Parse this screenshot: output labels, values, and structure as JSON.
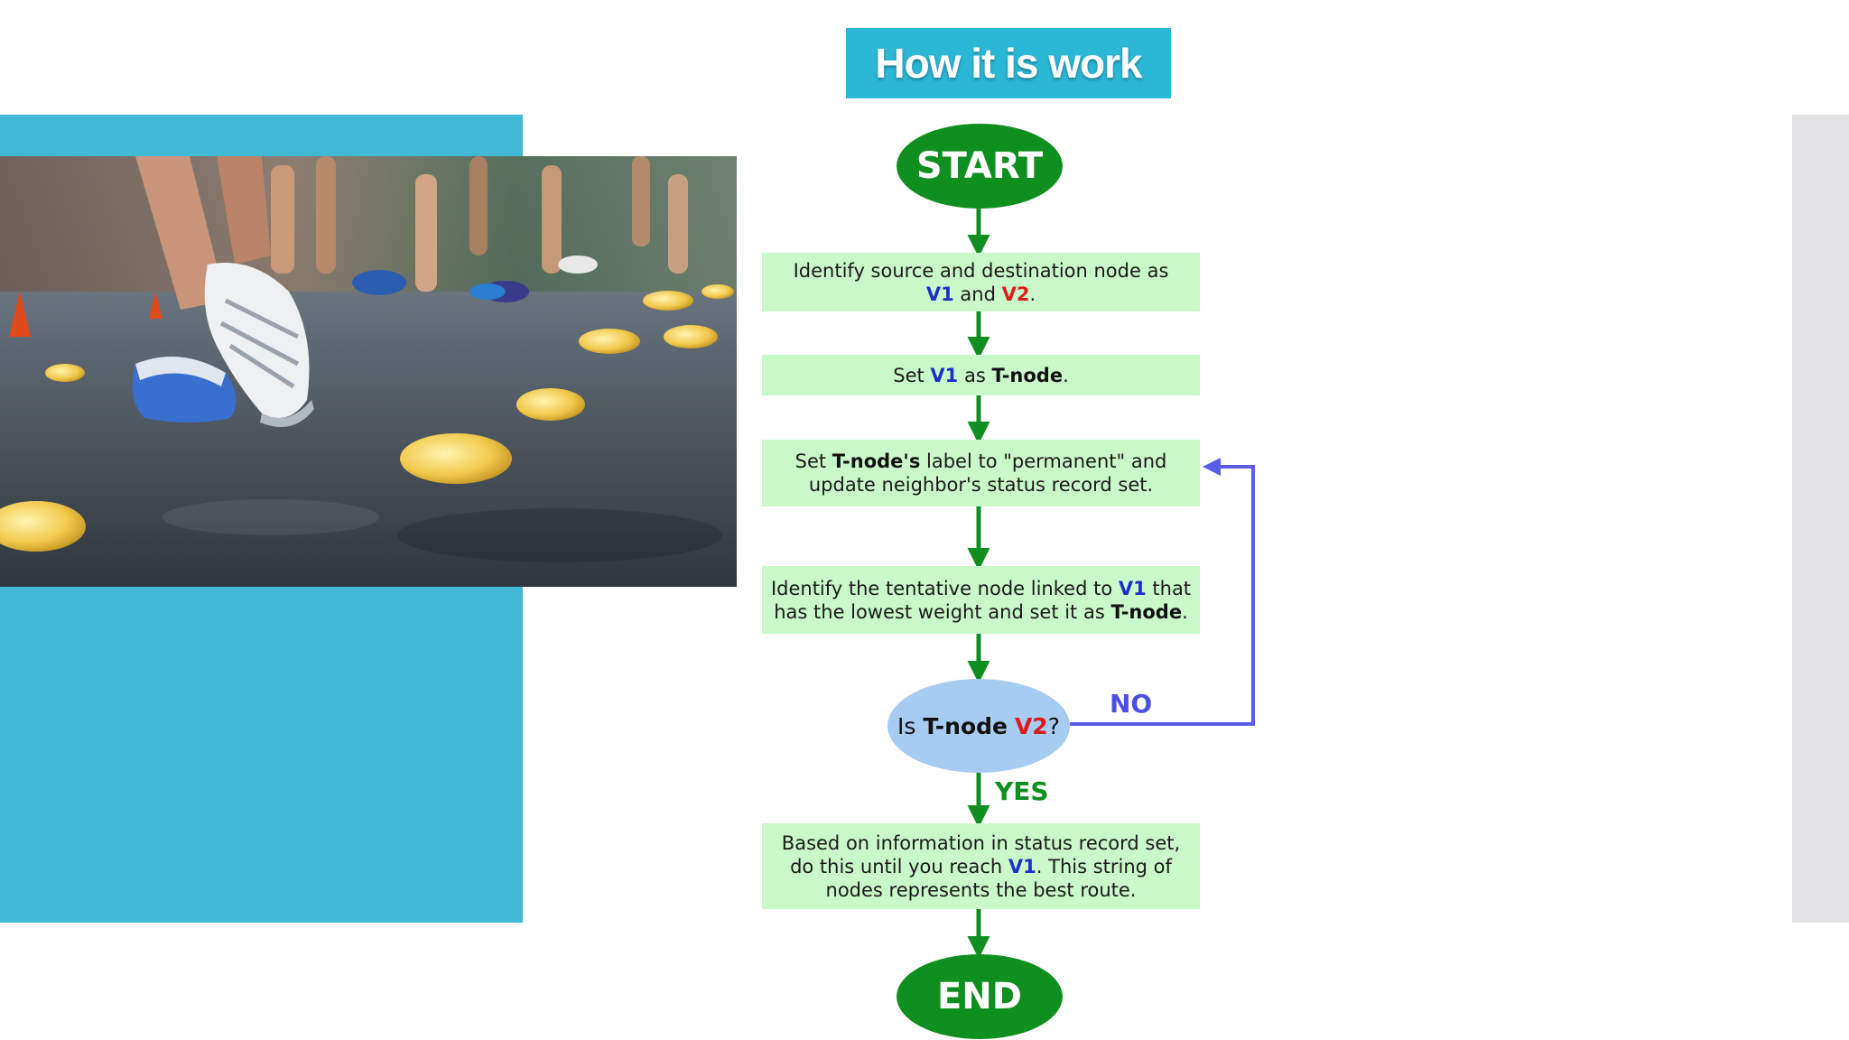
{
  "header": {
    "title": "How it is work"
  },
  "flowchart": {
    "start": "START",
    "step1": {
      "p1": "Identify source and destination node as",
      "v1": "V1",
      "p2": " and ",
      "v2": "V2",
      "p3": "."
    },
    "step2": {
      "p1": "Set ",
      "v1": "V1",
      "p2": " as ",
      "tnode": "T-node",
      "p3": "."
    },
    "step3": {
      "p1": "Set ",
      "tnode": "T-node's",
      "p2": " label to \"permanent\" and update neighbor's status record set."
    },
    "step4": {
      "p1": "Identify the tentative node linked to ",
      "v1": "V1",
      "p2": " that has the lowest weight and set it as ",
      "tnode": "T-node",
      "p3": "."
    },
    "decision": {
      "p1": "Is ",
      "tnode": "T-node",
      "p2": " ",
      "v2": "V2",
      "p3": "?"
    },
    "no_label": "NO",
    "yes_label": "YES",
    "step5": {
      "p1": "Based on information in status record set, do this until you reach ",
      "v1": "V1",
      "p2": ". This string of nodes represents the best route."
    },
    "end": "END"
  },
  "colors": {
    "title_bg": "#2bb8d6",
    "panel_teal": "#41b9d5",
    "panel_grey": "#e3e3e5",
    "terminal_green": "#0f8f1f",
    "step_fill": "#c9f8c9",
    "decision_fill": "#a7ccf2",
    "v1_blue": "#1a30c8",
    "v2_red": "#e01a1a",
    "loop_purple": "#5c5ce8"
  }
}
